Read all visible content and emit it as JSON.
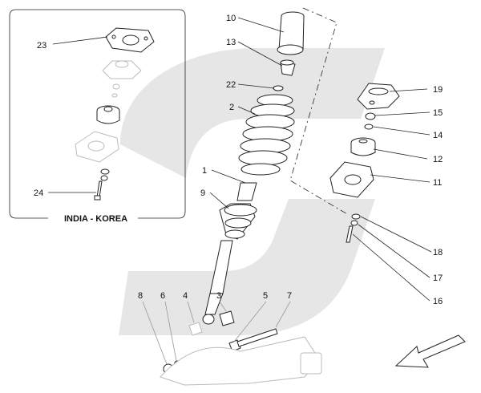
{
  "inset": {
    "title": "INDIA - KOREA",
    "callouts": [
      "23",
      "24"
    ]
  },
  "callouts": {
    "c1": "1",
    "c2": "2",
    "c3": "3",
    "c4": "4",
    "c5": "5",
    "c6": "6",
    "c7": "7",
    "c8": "8",
    "c9": "9",
    "c10": "10",
    "c11": "11",
    "c12": "12",
    "c13": "13",
    "c14": "14",
    "c15": "15",
    "c16": "16",
    "c17": "17",
    "c18": "18",
    "c19": "19",
    "c22": "22"
  },
  "colors": {
    "watermark": "#e6e6e6",
    "line": "#222222",
    "faded_line": "#bbbbbb"
  },
  "icons": [
    "direction-arrow-icon"
  ]
}
